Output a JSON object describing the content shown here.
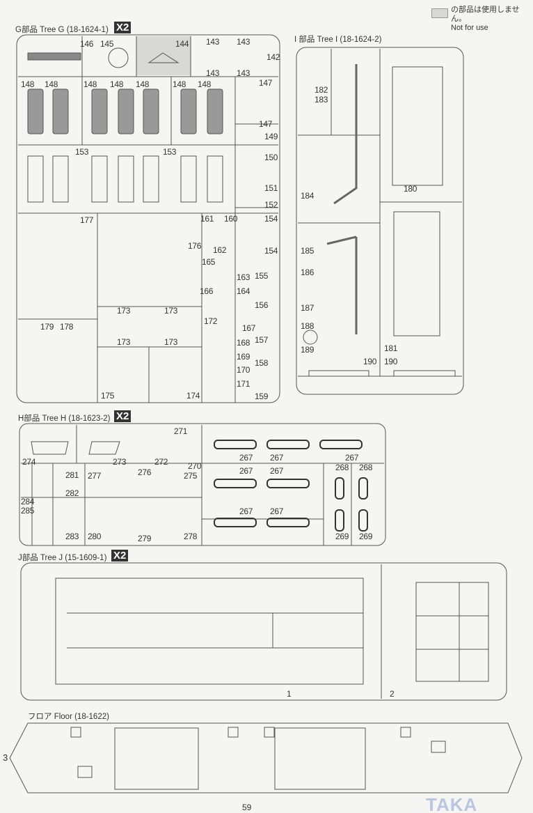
{
  "legend": {
    "jp": "の部品は使用しません。",
    "en": "Not for use",
    "swatch_color": "#d8d8d6"
  },
  "trees": {
    "G": {
      "title": "G部品 Tree G (18-1624-1)",
      "multiplier": "X2",
      "labels": [
        "146",
        "145",
        "144",
        "143",
        "143",
        "142",
        "143",
        "143",
        "148",
        "148",
        "148",
        "148",
        "148",
        "148",
        "148",
        "147",
        "153",
        "153",
        "147",
        "149",
        "150",
        "151",
        "152",
        "177",
        "161",
        "160",
        "154",
        "176",
        "162",
        "154",
        "165",
        "163",
        "155",
        "166",
        "164",
        "156",
        "173",
        "173",
        "173",
        "173",
        "172",
        "167",
        "157",
        "168",
        "169",
        "158",
        "170",
        "171",
        "159",
        "179",
        "178",
        "175",
        "174"
      ]
    },
    "I": {
      "title": "I 部品 Tree I (18-1624-2)",
      "labels": [
        "182",
        "183",
        "184",
        "180",
        "185",
        "186",
        "187",
        "188",
        "189",
        "181",
        "190",
        "190"
      ]
    },
    "H": {
      "title": "H部品 Tree H (18-1623-2)",
      "multiplier": "X2",
      "labels": [
        "274",
        "273",
        "272",
        "271",
        "270",
        "267",
        "267",
        "267",
        "267",
        "267",
        "268",
        "268",
        "281",
        "277",
        "276",
        "275",
        "282",
        "284",
        "285",
        "283",
        "280",
        "279",
        "278",
        "267",
        "267",
        "269",
        "269"
      ]
    },
    "J": {
      "title": "J部品 Tree J (15-1609-1)",
      "multiplier": "X2",
      "labels": [
        "1",
        "2"
      ]
    },
    "Floor": {
      "title": "フロア Floor (18-1622)"
    }
  },
  "page_number": "59",
  "side_step": "3",
  "watermark": "TAKA Hobby"
}
